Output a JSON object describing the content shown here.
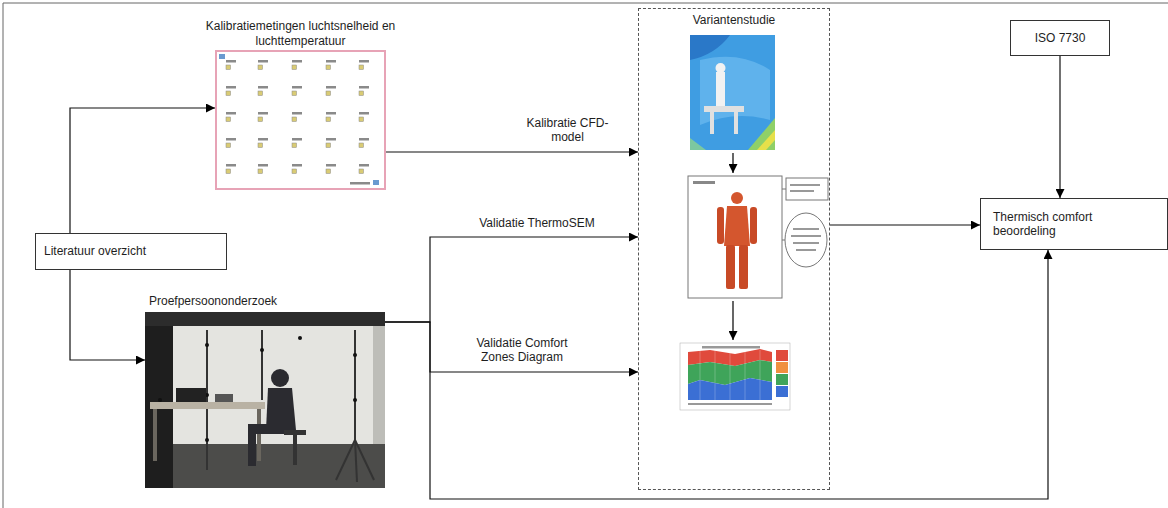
{
  "diagram": {
    "nodes": [
      {
        "text": [
          "Kalibratiemetingen luchtsnelheid en luchttemperatuur"
        ]
      },
      {
        "text": [
          "Variantenstudie"
        ]
      },
      {
        "text": [
          "ISO 7730"
        ]
      },
      {
        "text": [
          "Literatuur overzicht"
        ]
      },
      {
        "text": [
          "Thermisch comfort beoordeling"
        ]
      },
      {
        "text": [
          "Proefpersoononderzoek"
        ]
      }
    ],
    "edges": [
      {
        "from": 3,
        "to": 0,
        "arrow": "to"
      },
      {
        "from": 3,
        "to": 5,
        "arrow": "to"
      },
      {
        "from": 0,
        "to": 1,
        "label": "Kalibratie CFD-model",
        "arrow": "to"
      },
      {
        "from": 5,
        "to": 1,
        "label": "Validatie ThermoSEM",
        "arrow": "to"
      },
      {
        "from": 5,
        "to": 1,
        "label": "Validatie Comfort Zones Diagram",
        "arrow": "to"
      },
      {
        "from": 5,
        "to": 4,
        "arrow": "to"
      },
      {
        "from": 1,
        "to": 4,
        "arrow": "to"
      },
      {
        "from": 2,
        "to": 4,
        "arrow": "to"
      }
    ]
  }
}
